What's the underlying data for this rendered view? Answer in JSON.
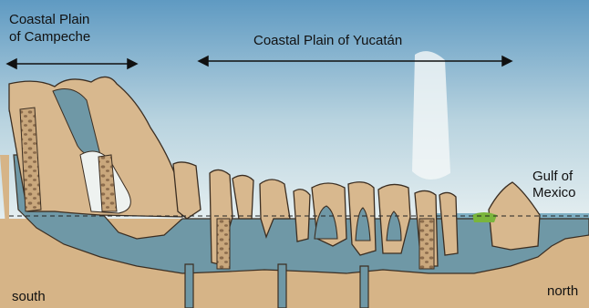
{
  "labels": {
    "campeche_line1": "Coastal Plain",
    "campeche_line2": "of Campeche",
    "yucatan": "Coastal Plain of Yucatán",
    "gulf_line1": "Gulf of",
    "gulf_line2": "Mexico",
    "south": "south",
    "north": "north"
  },
  "colors": {
    "sky_top": "#5f9ac2",
    "sky_bottom": "#e4eef0",
    "water": "#6f98a6",
    "sea": "#7fb0c4",
    "rock": "#d8b88e",
    "rock_outline": "#3b2e22",
    "ground": "#d6b487",
    "rubble": "#9a7a58",
    "vegetation": "#7ab53c"
  }
}
